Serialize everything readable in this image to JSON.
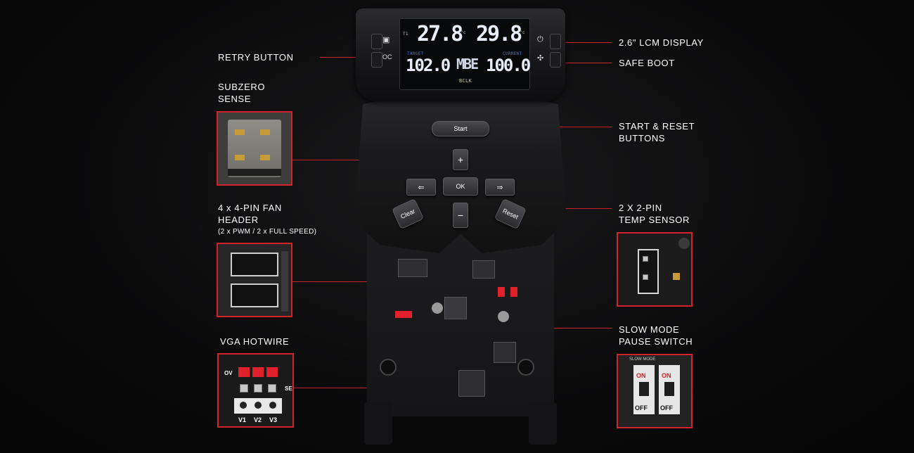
{
  "callouts": {
    "retry_button": "RETRY BUTTON",
    "subzero_sense_line1": "SUBZERO",
    "subzero_sense_line2": "SENSE",
    "fan_header_line1": "4 x 4-PIN FAN",
    "fan_header_line2": "HEADER",
    "fan_header_sub": "(2 x PWM / 2 x FULL SPEED)",
    "vga_hotwire": "VGA HOTWIRE",
    "lcm_display": "2.6\" LCM DISPLAY",
    "safe_boot": "SAFE BOOT",
    "start_reset_line1": "START & RESET",
    "start_reset_line2": "BUTTONS",
    "temp_sensor_line1": "2 X 2-PIN",
    "temp_sensor_line2": "TEMP SENSOR",
    "slow_mode_line1": "SLOW MODE",
    "slow_mode_line2": "PAUSE SWITCH"
  },
  "lcd": {
    "t1_label": "T1",
    "t1_value": "27.8",
    "t1_unit": "°c",
    "t2_value": "29.8",
    "t2_unit": "°c",
    "target_label": "TARGET",
    "target_value": "102.0",
    "mode_value": "MBE",
    "current_label": "CURRENT",
    "current_value": "100.0",
    "bclk_label": "BCLK",
    "oc_label": "OC"
  },
  "keys": {
    "start": "Start",
    "plus": "+",
    "minus": "−",
    "ok": "OK",
    "left": "⇐",
    "right": "⇒",
    "clear": "Clear",
    "reset": "Reset"
  },
  "vga_photo": {
    "v1": "V1",
    "v2": "V2",
    "v3": "V3",
    "ov": "OV",
    "se": "SE"
  },
  "slow_photo": {
    "on1": "ON",
    "off1": "OFF",
    "on2": "ON",
    "off2": "OFF",
    "strip": "SLOW MODE"
  },
  "colors": {
    "accent_red": "#d2232a",
    "lcd_blue": "#3b7be0"
  }
}
